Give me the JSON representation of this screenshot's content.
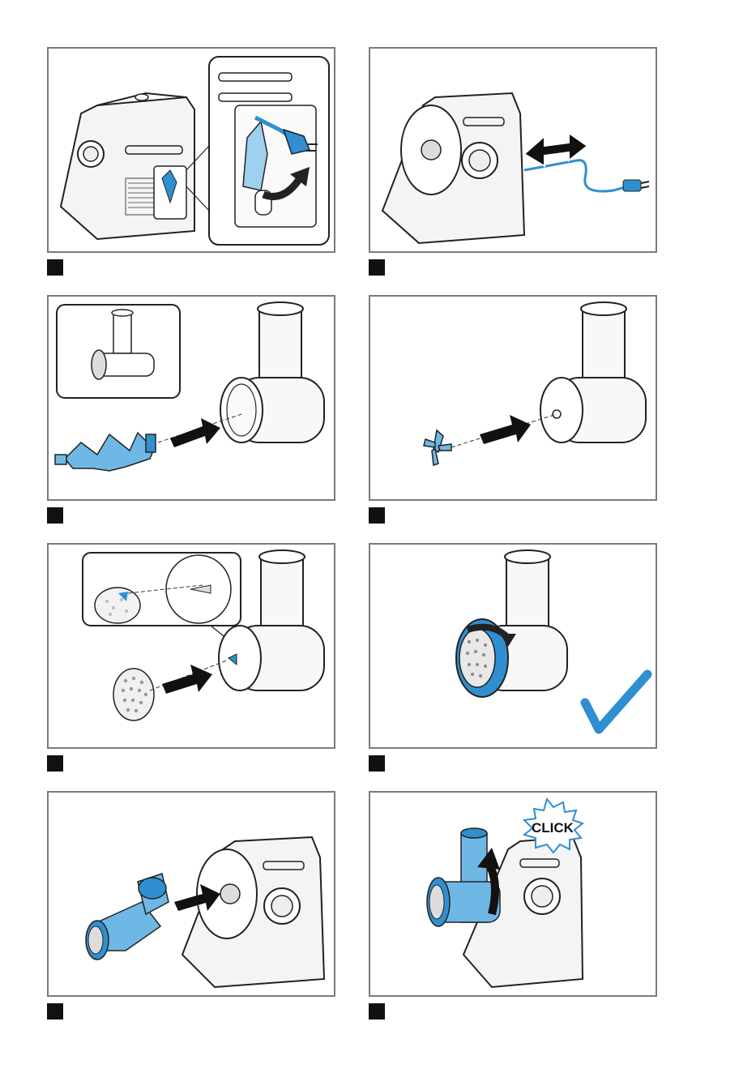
{
  "steps": [
    {
      "id": 1,
      "caption": ""
    },
    {
      "id": 2,
      "caption": ""
    },
    {
      "id": 3,
      "caption": ""
    },
    {
      "id": 4,
      "caption": ""
    },
    {
      "id": 5,
      "caption": ""
    },
    {
      "id": 6,
      "caption": ""
    },
    {
      "id": 7,
      "caption": ""
    },
    {
      "id": 8,
      "caption": ""
    }
  ],
  "step8": {
    "burst_label": "CLICK"
  },
  "colors": {
    "accent_blue": "#2f8fd0",
    "light_blue": "#6fb8e6",
    "outline": "#222222",
    "frame": "#7a7a7a",
    "step_marker": "#111111"
  },
  "icons": [
    "power-plug-icon",
    "bidirectional-arrow-icon",
    "insert-arrow-icon",
    "rotate-arrow-icon",
    "checkmark-icon",
    "click-burst-icon"
  ]
}
